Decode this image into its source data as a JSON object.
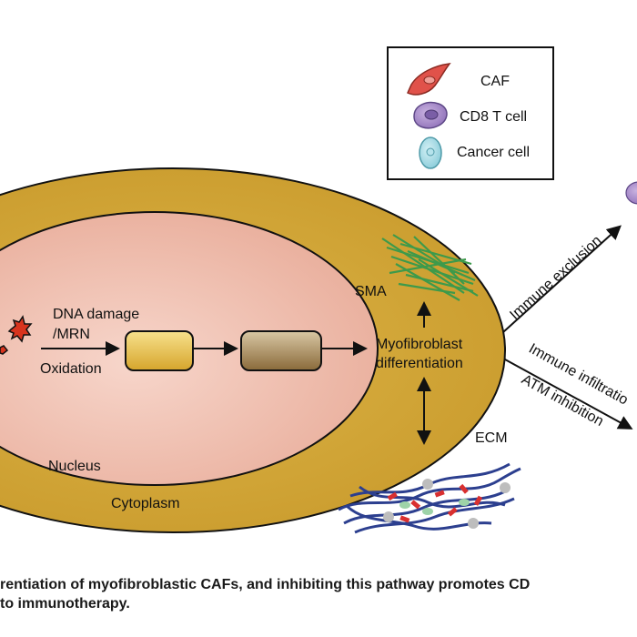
{
  "legend": {
    "items": [
      {
        "label": "CAF",
        "icon": "caf-cell-icon",
        "color": "#e0524a"
      },
      {
        "label": "CD8 T cell",
        "icon": "t-cell-icon",
        "color": "#9b7fc2"
      },
      {
        "label": "Cancer cell",
        "icon": "cancer-cell-icon",
        "color": "#9fd8e2"
      }
    ]
  },
  "diagram": {
    "dna_damage": "DNA damage",
    "mrn": "/MRN",
    "oxidation": "Oxidation",
    "nucleus": "Nucleus",
    "cytoplasm": "Cytoplasm",
    "sma": "SMA",
    "myofibroblast": "Myofibroblast",
    "differentiation": "differentiation",
    "ecm": "ECM",
    "immune_exclusion": "Immune exclusion",
    "immune_infiltration": "Immune infiltratio",
    "atm_inhibition": "ATM inhibition"
  },
  "caption": {
    "line1": "rentiation of myofibroblastic CAFs, and inhibiting this pathway promotes CD",
    "line2": " to immunotherapy."
  },
  "colors": {
    "cytoplasm": "#d4aa3c",
    "nucleus": "#f2c3b3",
    "box1": "#e8c24a",
    "box2": "#a88c5e",
    "sma": "#3d9a4b",
    "ecm": "#2c3f8f",
    "ecm_red": "#d93030"
  }
}
